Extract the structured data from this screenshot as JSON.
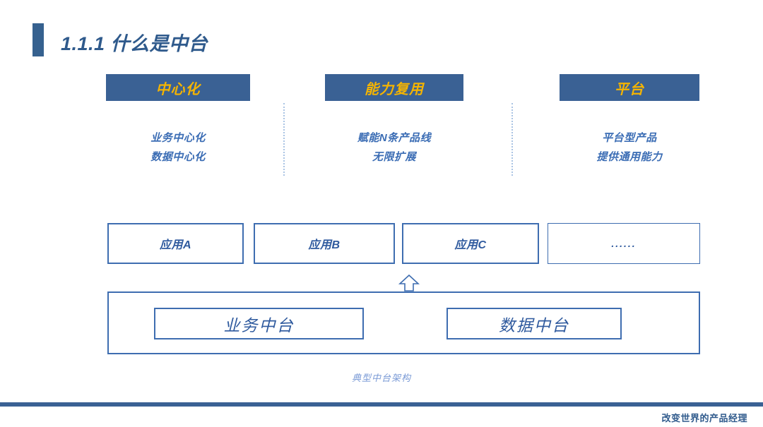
{
  "slide": {
    "title": "1.1.1 什么是中台",
    "caption": "典型中台架构",
    "accent_color": "#36618f",
    "header_box_color": "#3a6194",
    "header_text_color": "#f5b400",
    "body_text_color": "#3a6cb4",
    "box_border_color": "#3e6db0"
  },
  "pillars": [
    {
      "header": "中心化",
      "lines": [
        "业务中心化",
        "数据中心化"
      ],
      "line_0": "业务中心化",
      "line_1": "数据中心化"
    },
    {
      "header": "能力复用",
      "lines": [
        "赋能N条产品线",
        "无限扩展"
      ],
      "line_0": "赋能N条产品线",
      "line_1": "无限扩展"
    },
    {
      "header": "平台",
      "lines": [
        "平台型产品",
        "提供通用能力"
      ],
      "line_0": "平台型产品",
      "line_1": "提供通用能力"
    }
  ],
  "applications": [
    {
      "label": "应用A"
    },
    {
      "label": "应用B"
    },
    {
      "label": "应用C"
    },
    {
      "label": "......"
    }
  ],
  "platforms": [
    {
      "label": "业务中台"
    },
    {
      "label": "数据中台"
    }
  ],
  "footer": {
    "text": "改变世界的产品经理"
  }
}
